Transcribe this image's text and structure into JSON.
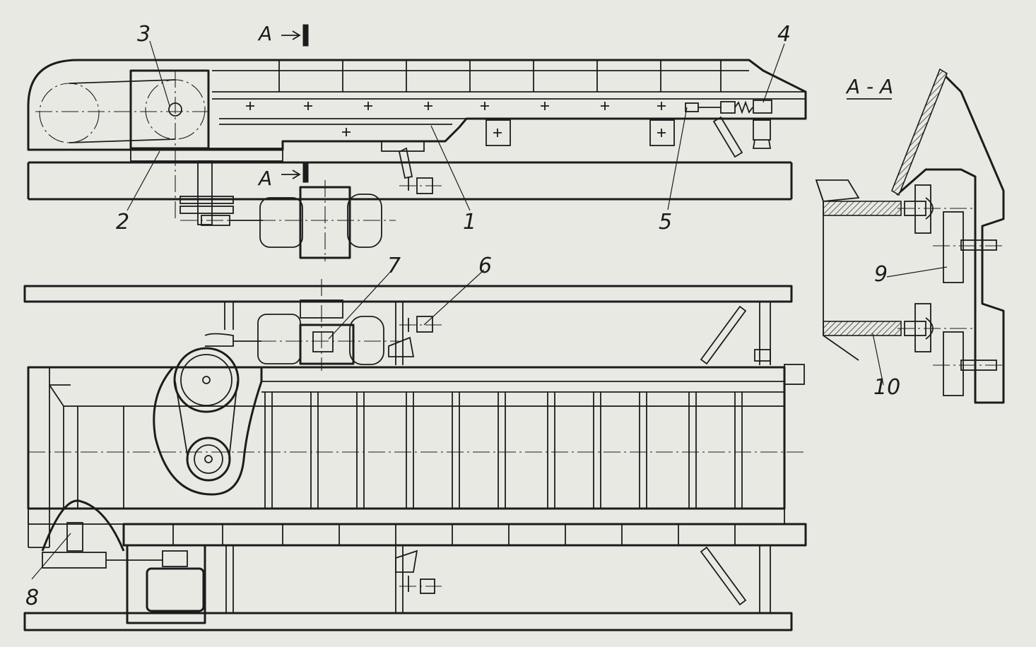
{
  "colors": {
    "paper": "#e9e9e4",
    "ink": "#1c1c1c"
  },
  "labels": {
    "l1": "1",
    "l2": "2",
    "l3": "3",
    "l4": "4",
    "l5": "5",
    "l6": "6",
    "l7": "7",
    "l8": "8",
    "l9": "9",
    "l10": "10"
  },
  "section": {
    "mark_top": "A",
    "mark_bottom": "A",
    "title": "A - A"
  }
}
